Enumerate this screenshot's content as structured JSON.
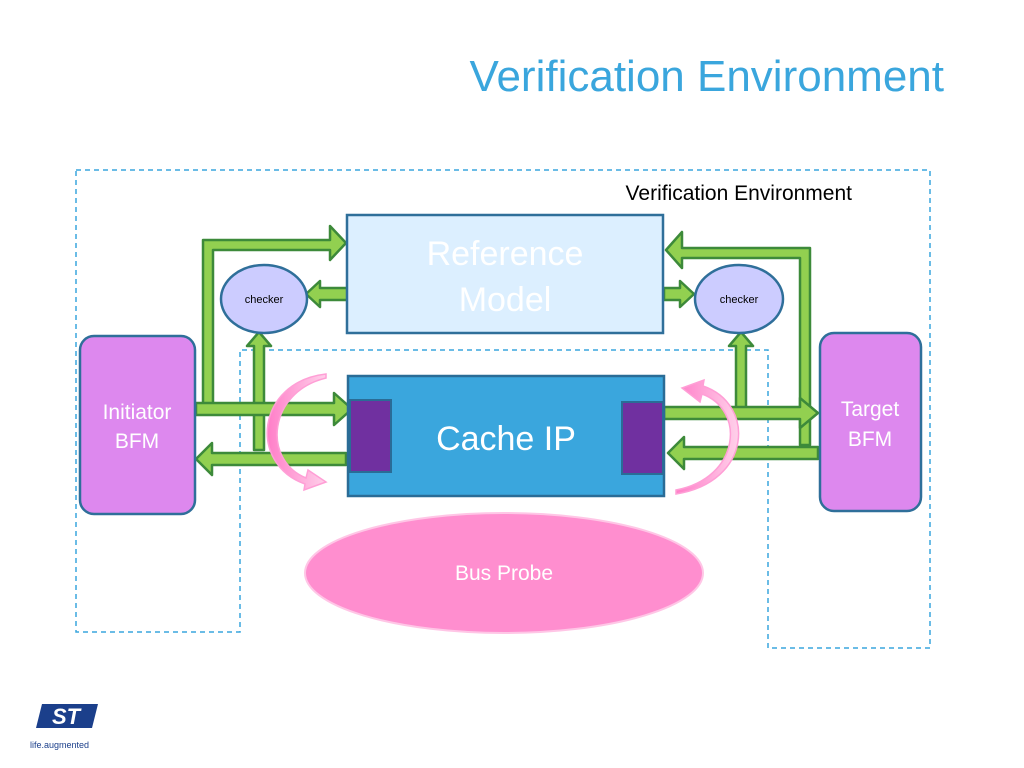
{
  "slide": {
    "title": "Verification Environment"
  },
  "diagram": {
    "environment_label": "Verification Environment",
    "reference_model": {
      "line1": "Reference",
      "line2": "Model"
    },
    "cache_ip": "Cache IP",
    "initiator_bfm": {
      "line1": "Initiator",
      "line2": "BFM"
    },
    "target_bfm": {
      "line1": "Target",
      "line2": "BFM"
    },
    "checker_left": "checker",
    "checker_right": "checker",
    "bus_probe": "Bus Probe"
  },
  "logo": {
    "brand": "ST",
    "tagline": "life.augmented"
  },
  "colors": {
    "title": "#3aa6dd",
    "dashed_border": "#3aa6dd",
    "reference_fill": "#dcefff",
    "reference_stroke": "#2f6f9a",
    "cache_fill": "#3aa6dd",
    "cache_stroke": "#2a6c96",
    "port_fill": "#7030a0",
    "bfm_fill": "#dd88ee",
    "bfm_stroke": "#2f6f9a",
    "checker_fill": "#ccccff",
    "arrow_fill": "#92d050",
    "arrow_stroke": "#3d8a3a",
    "probe_fill": "#ff8ecf",
    "probe_arrow": "#ffaad8"
  }
}
